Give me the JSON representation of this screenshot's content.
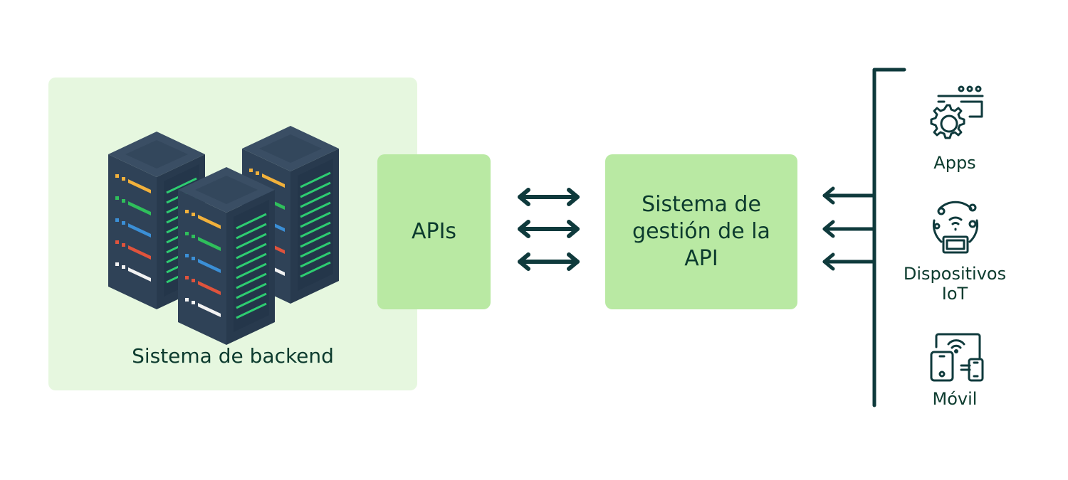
{
  "backend": {
    "label": "Sistema de backend",
    "icon": "server-racks-icon"
  },
  "apis": {
    "label": "APIs"
  },
  "management": {
    "label": "Sistema de gestión de la API"
  },
  "connectors": {
    "bidirectional_count": 3,
    "inbound_count": 3
  },
  "clients": [
    {
      "label": "Apps",
      "icon": "app-gear-icon"
    },
    {
      "label": "Dispositivos IoT",
      "icon": "iot-device-icon"
    },
    {
      "label": "Móvil",
      "icon": "multi-device-icon"
    }
  ],
  "colors": {
    "ink": "#0c3b2e",
    "line": "#0f3a3c",
    "panel_bg": "#e6f7df",
    "box_bg": "#b9e9a3",
    "server_body": "#2f4257",
    "server_vent": "#2ecc71",
    "led_orange": "#f2b13b",
    "led_green": "#2fbf5b",
    "led_blue": "#3b8fd6",
    "led_red": "#e0533c",
    "led_white": "#f2f2f2"
  }
}
